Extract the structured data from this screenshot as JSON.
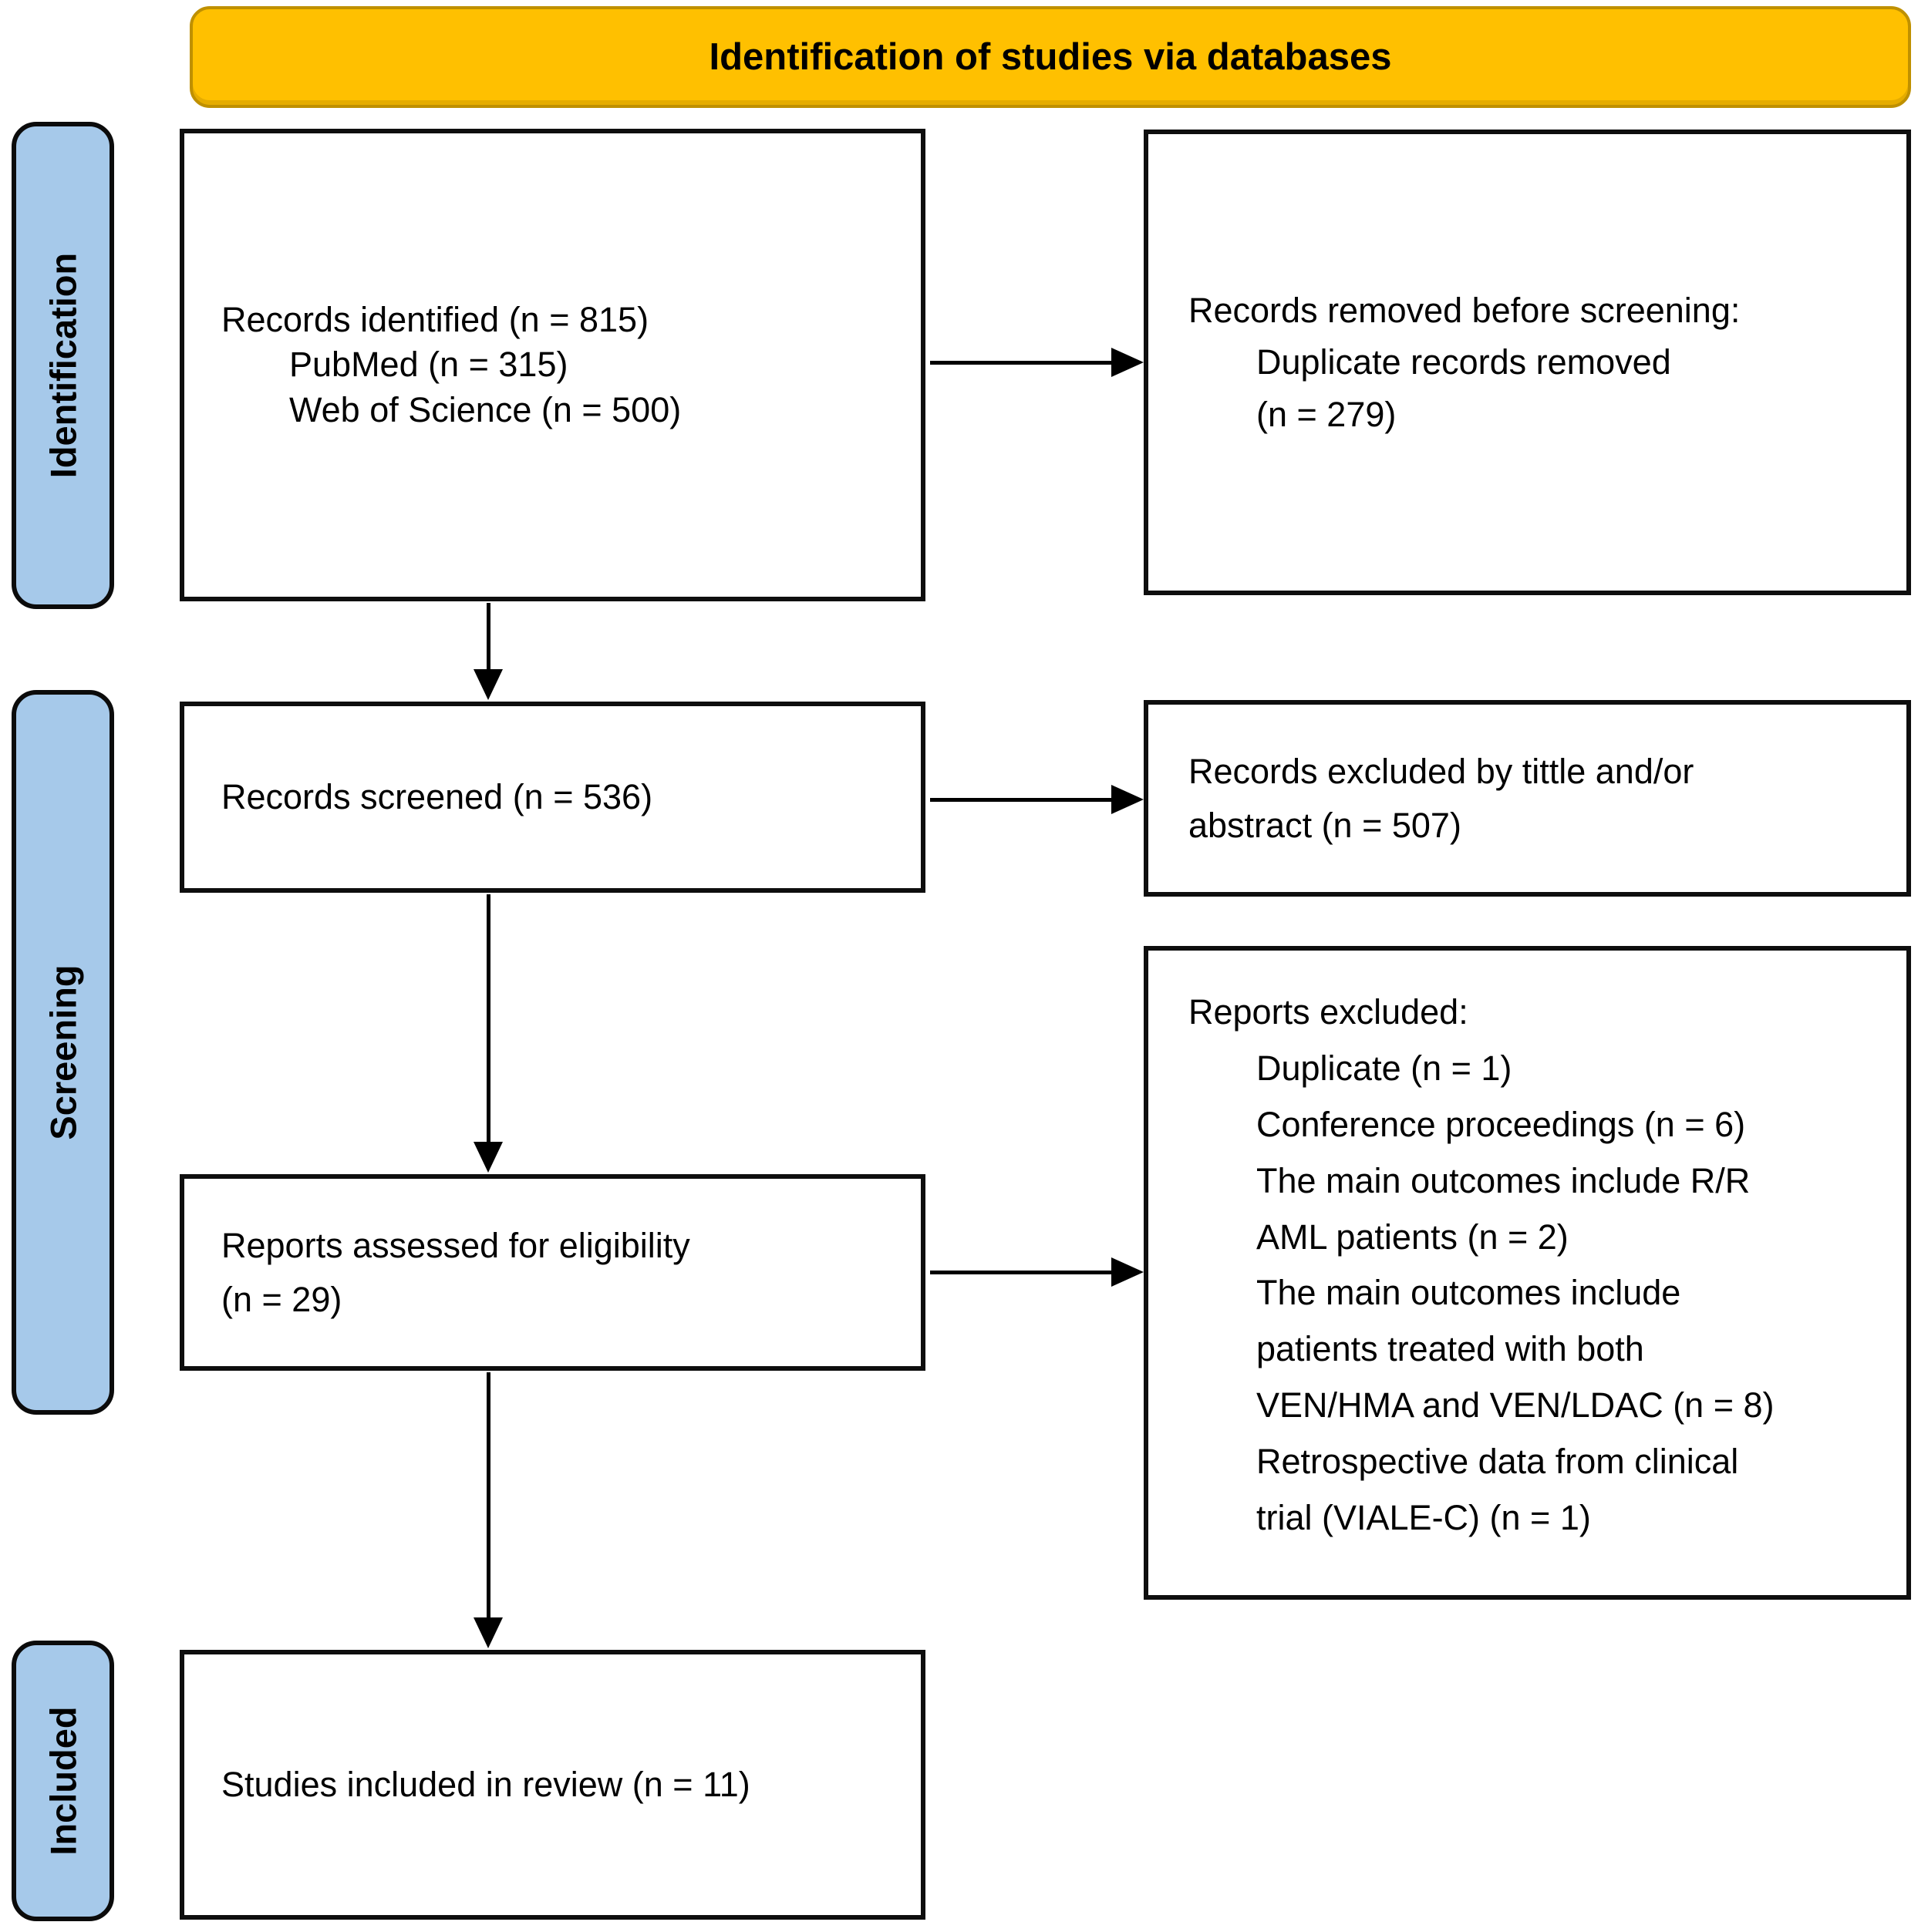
{
  "banner": {
    "title": "Identification of studies via databases"
  },
  "stages": [
    {
      "label": "Identification"
    },
    {
      "label": "Screening"
    },
    {
      "label": "Included"
    }
  ],
  "boxes": {
    "records_identified": {
      "title": "Records identified (n = 815)",
      "items": [
        "PubMed (n = 315)",
        "Web of Science (n = 500)"
      ]
    },
    "records_removed": {
      "title": "Records removed before screening:",
      "items": [
        "Duplicate records removed\n(n = 279)"
      ]
    },
    "records_screened": {
      "title": "Records screened (n = 536)"
    },
    "records_excluded": {
      "title": "Records excluded by tittle and/or\nabstract (n = 507)"
    },
    "reports_assessed": {
      "title": "Reports assessed for eligibility\n(n = 29)"
    },
    "reports_excluded": {
      "title": "Reports excluded:",
      "items": [
        "Duplicate (n = 1)",
        "Conference proceedings (n = 6)",
        "The main outcomes include R/R\nAML patients (n = 2)",
        "The main outcomes include\npatients treated with both\nVEN/HMA and VEN/LDAC (n = 8)",
        "Retrospective data from clinical\ntrial (VIALE-C) (n = 1)"
      ]
    },
    "studies_included": {
      "title": "Studies included in review (n = 11)"
    }
  },
  "counts": {
    "records_identified": 815,
    "pubmed": 315,
    "web_of_science": 500,
    "duplicate_records_removed": 279,
    "records_screened": 536,
    "records_excluded_title_abstract": 507,
    "reports_assessed": 29,
    "excluded_duplicate": 1,
    "excluded_conference_proceedings": 6,
    "excluded_rr_aml_outcomes": 2,
    "excluded_ven_hma_and_ven_ldac": 8,
    "excluded_retrospective_viale_c": 1,
    "studies_included": 11
  },
  "colors": {
    "banner-bg": "#FFC000",
    "banner-border": "#BF9000",
    "stage-bg": "#A6C9EA",
    "stage-border": "#0b0b0b",
    "box-border": "#0e0e0e",
    "arrow": "#000000",
    "text": "#000000",
    "background": "#ffffff"
  }
}
